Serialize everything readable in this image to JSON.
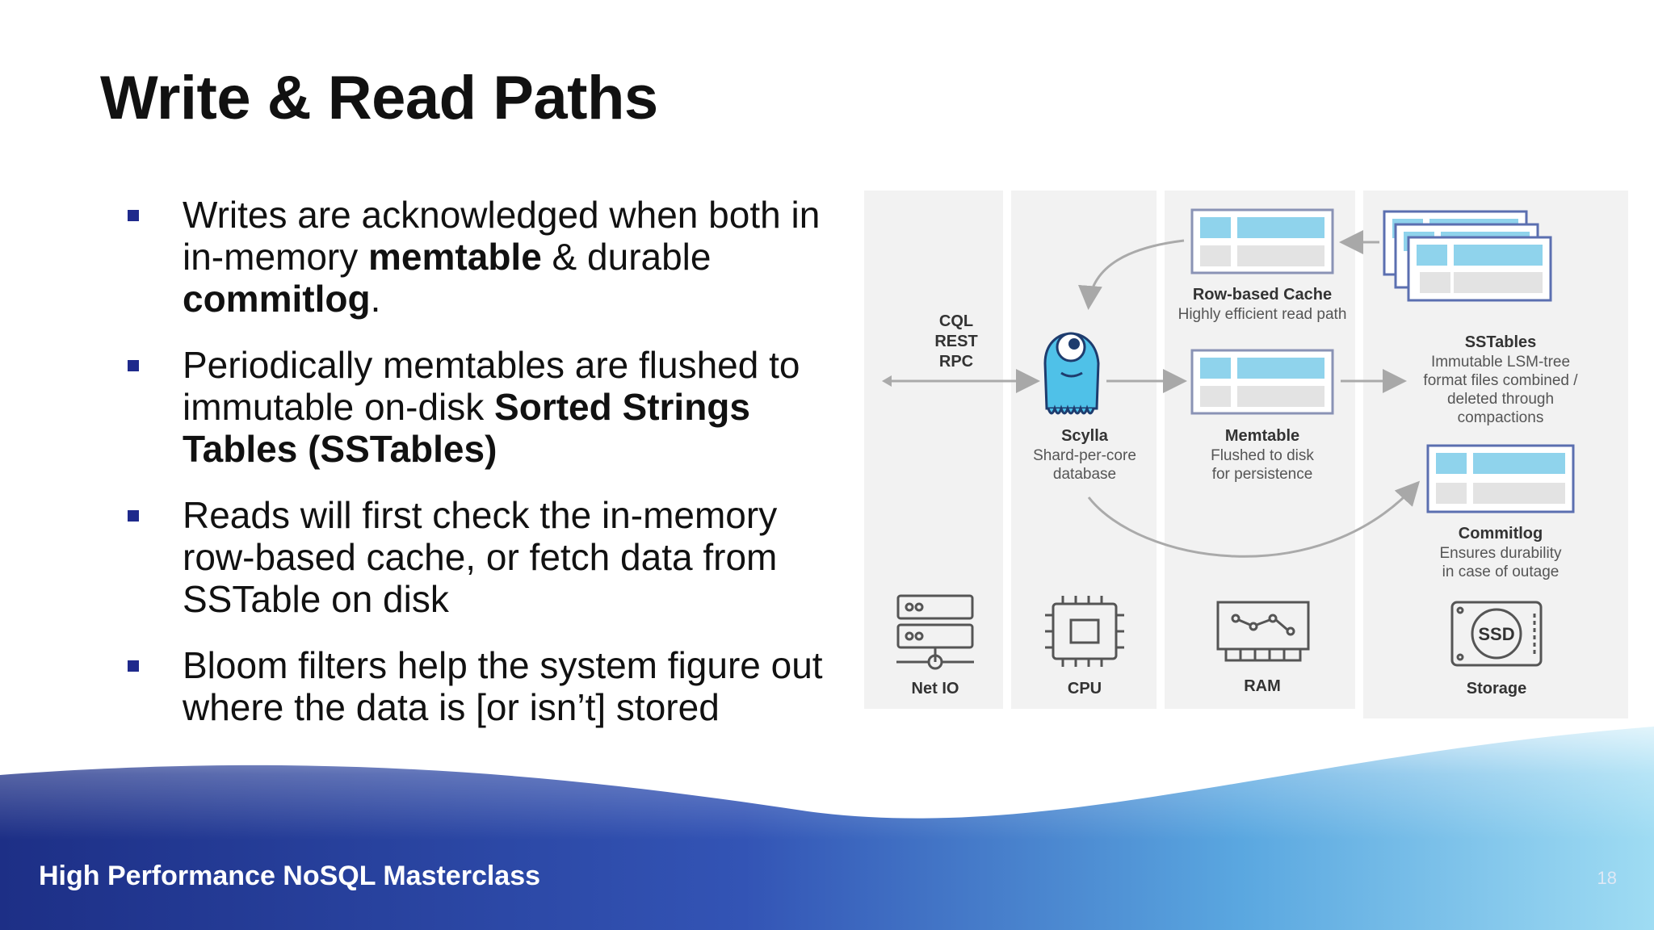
{
  "slide": {
    "title": "Write & Read Paths",
    "page_number": "18"
  },
  "bullets": [
    {
      "parts": [
        "Writes are acknowledged when both in in-memory ",
        "memtable",
        " & durable ",
        "commitlog",
        "."
      ]
    },
    {
      "parts": [
        "Periodically memtables are flushed to immutable on-disk ",
        "Sorted Strings Tables (SSTables)"
      ]
    },
    {
      "text": "Reads will first check the in-memory row-based cache, or fetch data from SSTable on disk"
    },
    {
      "text": "Bloom filters help the system figure out where the data is [or isn’t] stored"
    }
  ],
  "diagram": {
    "protocols": [
      "CQL",
      "REST",
      "RPC"
    ],
    "scylla": {
      "title": "Scylla",
      "line1": "Shard-per-core",
      "line2": "database"
    },
    "cache": {
      "title": "Row-based Cache",
      "line1": "Highly efficient read path"
    },
    "memtable": {
      "title": "Memtable",
      "line1": "Flushed to disk",
      "line2": "for persistence"
    },
    "sstables": {
      "title": "SSTables",
      "line1": "Immutable LSM-tree",
      "line2": "format files combined /",
      "line3": "deleted through",
      "line4": "compactions"
    },
    "commitlog": {
      "title": "Commitlog",
      "line1": "Ensures durability",
      "line2": "in case of outage"
    },
    "hardware": {
      "netio": "Net IO",
      "cpu": "CPU",
      "ram": "RAM",
      "storage": "Storage",
      "ssd": "SSD"
    }
  },
  "footer": {
    "title": "High Performance NoSQL Masterclass"
  },
  "colors": {
    "accent": "#1f2a8c",
    "box_fill": "#8fd3ec",
    "box_border": "#5b6fb0",
    "panel": "#f3f3f3"
  }
}
